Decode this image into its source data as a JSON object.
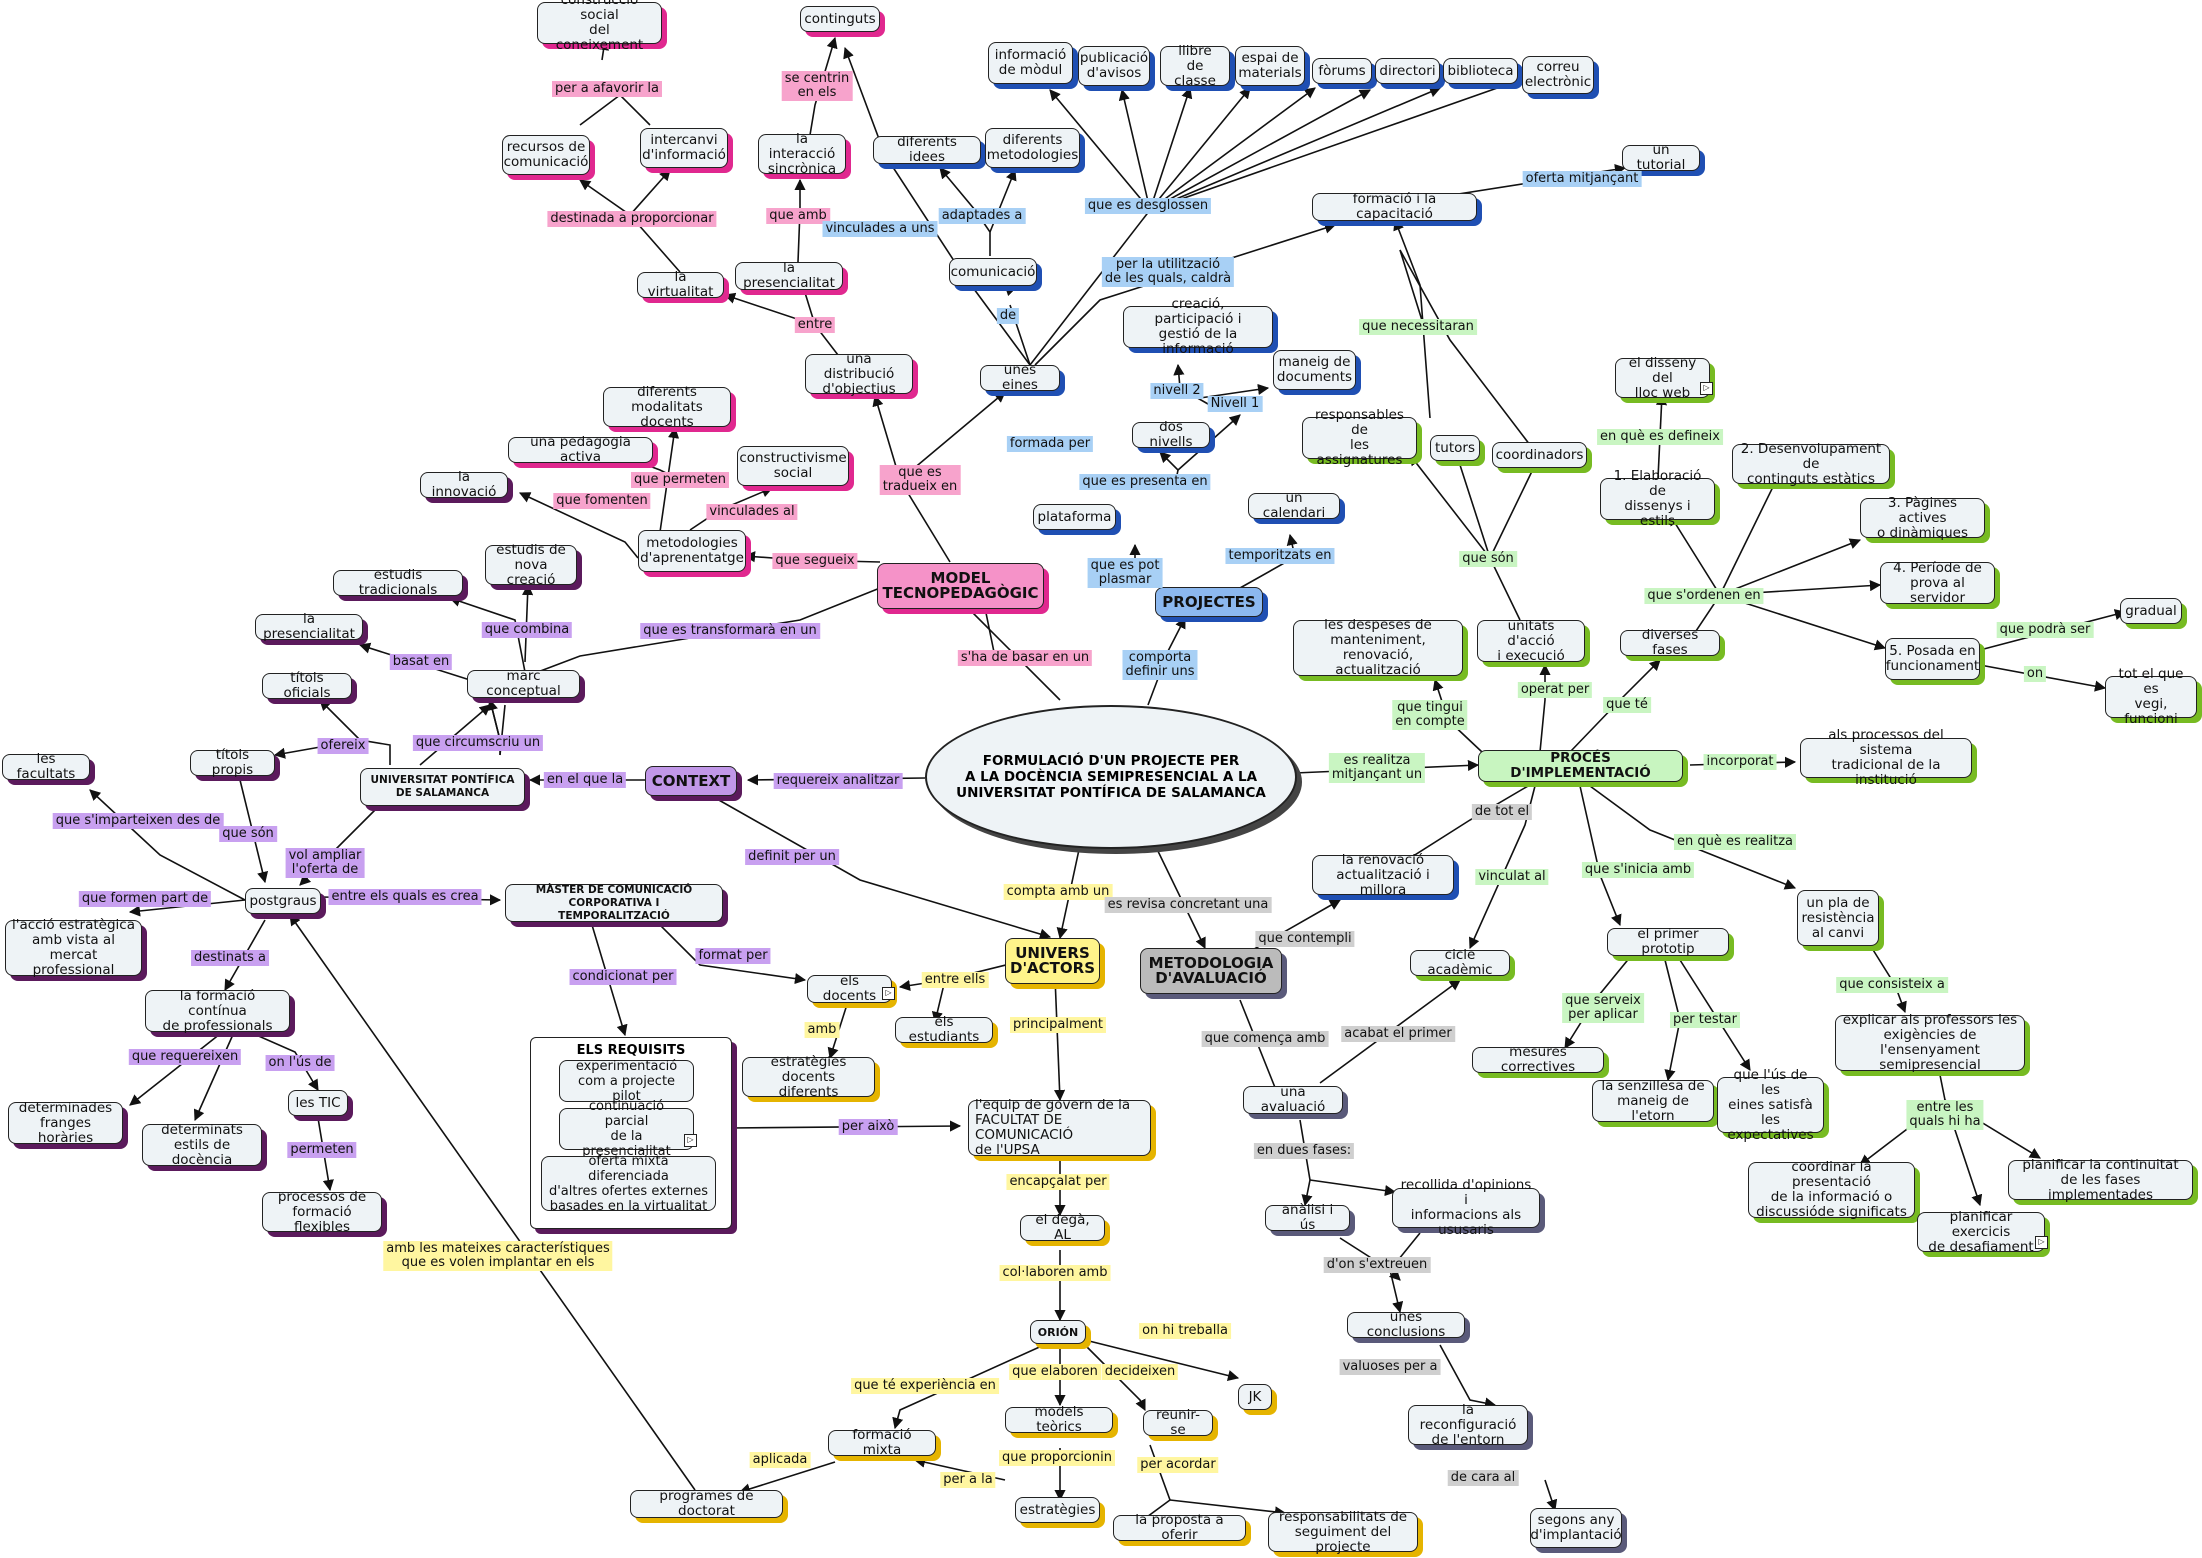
{
  "title": "FORMULACIÓ D'UN PROJECTE PER\nA LA DOCÈNCIA SEMIPRESENCIAL A LA\nUNIVERSITAT PONTÍFICA DE SALAMANCA",
  "hubs": {
    "model": "MODEL\nTECNOPEDAGÒGIC",
    "projectes": "PROJECTES",
    "proces": "PROCÉS D'IMPLEMENTACIÓ",
    "context": "CONTEXT",
    "univers": "UNIVERS\nD'ACTORS",
    "metodologia": "METODOLOGIA\nD'AVALUACIÓ"
  },
  "nodes": {
    "construccio": "construcció social\ndel coneixement",
    "continguts": "continguts",
    "info_modul": "informació\nde mòdul",
    "publicacio": "publicació\nd'avisos",
    "llibre": "llibre\nde classe",
    "espai": "espai de\nmaterials",
    "forums": "fòrums",
    "directori": "directori",
    "biblioteca": "biblioteca",
    "correu": "correu\nelectrònic",
    "recursos": "recursos de\ncomunicació",
    "intercanvi": "intercanvi\nd'informació",
    "interaccio": "la interacció\nsincrònica",
    "dif_idees": "diferents idees",
    "dif_metod": "diferents\nmetodologies",
    "tutorial": "un tutorial",
    "formacio_cap": "formació i la capacitació",
    "virtualitat": "la virtualitat",
    "presencialitat": "la presencialitat",
    "comunicacio": "comunicació",
    "creacio": "creació, participació i\ngestió de la informació",
    "disseny": "el disseny del\nlloc web",
    "desenv": "2. Desenvolupament de\ncontinguts estàtics",
    "distribucio": "una distribució\nd'objectius",
    "eines": "unes eines",
    "maneig": "maneig de\ndocuments",
    "modalitats": "diferents\nmodalitats docents",
    "pedagogia": "una pedagogia activa",
    "constructivisme": "constructivisme\nsocial",
    "innovacio": "la innovació",
    "dos_nivells": "dos nivells",
    "responsables": "responsables de\nles assignatures",
    "tutors": "tutors",
    "coordinadors": "coordinadors",
    "elaboracio": "1. Elaboració de\ndissenys i estils",
    "pagines": "3. Pàgines actives\no dinàmiques",
    "estudis_nova": "estudis de\nnova creació",
    "metodologies": "metodologies\nd'aprenentatge",
    "plataforma": "plataforma",
    "calendari": "un calendari",
    "periode": "4. Període de\nprova al servidor",
    "estudis_trad": "estudis tradicionals",
    "la_presencialitat2": "la presencialitat",
    "despeses": "les despeses de\nmanteniment, renovació,\nactualització",
    "unitats": "unitats d'acció\ni execució",
    "diverses": "diverses fases",
    "posada": "5. Posada en\nfuncionament",
    "gradual": "gradual",
    "titols_oficials": "títols oficials",
    "marc": "marc conceptual",
    "tot_vegi": "tot el que es\nvegi, funcioni",
    "titols_propis": "títols propis",
    "facultats": "les facultats",
    "upsa": "UNIVERSITAT PONTÍFICA\nDE SALAMANCA",
    "processos_sist": "als processos del sistema\ntradicional de la institució",
    "postgraus": "postgraus",
    "master": "MÀSTER DE COMUNICACIÓ\nCORPORATIVA I TEMPORALITZACIÓ",
    "renovacio": "la renovació\nactualització i millora",
    "pla": "un pla de\nresistència\nal canvi",
    "accio": "l'acció estratègica\namb vista al mercat\nprofessional",
    "docents": "els docents",
    "estudiants": "els estudiants",
    "cicle": "cicle acadèmic",
    "primer": "el primer prototip",
    "formacio_cont": "la formació contínua\nde professionals",
    "explicar": "explicar als professors les\nexigències de l'ensenyament\nsemipresencial",
    "mesures": "mesures correctives",
    "estrategies_doc": "estratègies docents\ndiferents",
    "equip": "l'equip de govern de la\nFACULTAT DE COMUNICACIÓ\nde l'UPSA",
    "avaluacio": "una avaluació",
    "senzillesa": "la senzillesa de\nmaneig de l'etorn",
    "us_eines": "que l'ús de les\neines satisfà les\nexpectatives",
    "franges": "determinades\nfranges horàries",
    "estils": "determinats\nestils de docència",
    "tic": "les TIC",
    "coordinar": "coordinar la presentació\nde la informació o\ndiscussióde significats",
    "planificar_cont": "planificar la continuitat\nde les fases implementades",
    "recollida": "recollida d'opinions i\ninformacions als ususaris",
    "processos_form": "processos de\nformació flexibles",
    "degan": "el degà, AL",
    "analisi": "anàlisi i ús",
    "planificar_ex": "planificar exercicis\nde desafiament",
    "conclusions": "unes conclusions",
    "orion": "ORIÓN",
    "jk": "JK",
    "reconfig": "la reconfiguració\nde l'entorn",
    "models": "models teòrics",
    "reunir": "reunir-se",
    "formacio_mixta": "formació mixta",
    "programes": "programes de doctorat",
    "estrategies": "estratègies",
    "proposta": "la proposta a oferir",
    "responsab": "responsabilitats de\nseguiment del projecte",
    "segons": "segons any\nd'implantació"
  },
  "requisits": {
    "title": "ELS REQUISITS",
    "items": [
      "experimentació\ncom a projecte pilot",
      "continuació parcial\nde la presencialitat",
      "oferta mixta diferenciada\nd'altres ofertes externes\nbasades en la virtualitat"
    ]
  },
  "labels": {
    "per_afavorir": "per a afavorir la",
    "se_centrin": "se centrin\nen els",
    "que_es_desglossen": "que es desglossen",
    "oferta_mitjancant": "oferta mitjançant",
    "destinada": "destinada a proporcionar",
    "que_amb": "que amb",
    "vinculades_uns": "vinculades a uns",
    "adaptades": "adaptades a",
    "per_utilitzacio": "per la utilització\nde les quals, caldrà",
    "entre": "entre",
    "de": "de",
    "que_necessitaran": "que necessitaran",
    "en_que_defineix": "en què es defineix",
    "nivell2": "nivell 2",
    "nivell1": "Nivell 1",
    "que_permeten": "que permeten",
    "que_es_tradueix": "que es\ntradueix en",
    "que_fomenten": "que fomenten",
    "vinculades_al": "vinculades al",
    "formada_per": "formada per",
    "que_es_presenta": "que es presenta en",
    "que_segueix": "que segueix",
    "que_es_pot": "que es pot\nplasmar",
    "temporitzats": "temporitzats en",
    "que_son": "que són",
    "que_sordenen": "que s'ordenen en",
    "que_podra_ser": "que podrà ser",
    "que_combina": "que combina",
    "que_es_transformara": "que es transformarà en un",
    "basat_en": "basat en",
    "comporta": "comporta\ndefinir uns",
    "shan": "s'ha de basar en un",
    "operat_per": "operat per",
    "que_te": "que té",
    "on": "on",
    "que_tingui": "que tingui\nen compte",
    "ofereix": "ofereix",
    "que_circumscriu": "que circumscriu un",
    "es_realitza": "es realitza\nmitjançant un",
    "incorporat": "incorporat",
    "en_el_que": "en el que la",
    "requereix": "requereix analitzar",
    "que_simparteixen": "que s'imparteixen des de",
    "que_son2": "que són",
    "de_tot_el": "de tot el",
    "vol_ampliar": "vol ampliar\nl'oferta de",
    "definit_per": "definit per un",
    "en_que_realitza": "en què es realitza",
    "que_formen": "que formen part de",
    "entre_els_quals": "entre els quals es crea",
    "vinculat_al": "vinculat al",
    "que_sinicia": "que s'inicia amb",
    "compta_amb": "compta amb un",
    "es_revisa": "es revisa concretant una",
    "que_contempli": "que contempli",
    "format_per": "format per",
    "condicionat_per": "condicionat per",
    "destinats_a": "destinats a",
    "entre_ells": "entre ells",
    "que_consisteix": "que consisteix a",
    "que_serveix": "que serveix\nper aplicar",
    "per_testar": "per testar",
    "principalment": "principalment",
    "amb": "amb",
    "que_requereixen": "que requereixen",
    "on_lus": "on l'ús de",
    "acabat_el": "acabat el primer",
    "que_comenca": "que comença amb",
    "entre_les_quals": "entre les\nquals hi ha",
    "per_aixo": "per això",
    "permeten": "permeten",
    "en_dues": "en dues fases:",
    "encapcalat": "encapçalat per",
    "amb_les_mateixes": "amb les mateixes característiques\nque es volen implantar en els",
    "don_sextreuen": "d'on s'extreuen",
    "col_laboren": "col·laboren amb",
    "on_hi_treballa": "on hi treballa",
    "valuoses": "valuoses per a",
    "que_te_exp": "que té experiència en",
    "que_elaboren": "que elaboren",
    "decideixen": "decideixen",
    "aplicada": "aplicada",
    "que_proporcionin": "que proporcionin",
    "per_acordar": "per acordar",
    "per_a_la": "per a la",
    "de_cara_al": "de cara al"
  }
}
